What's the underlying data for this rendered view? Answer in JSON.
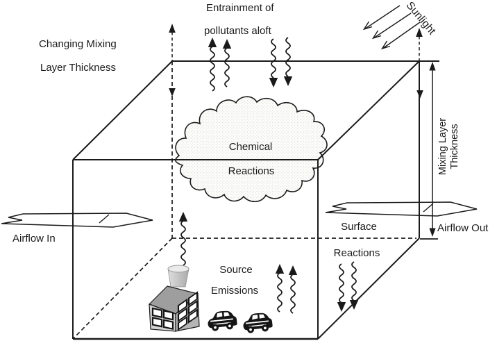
{
  "diagram": {
    "title": "Mixing layer box-model schematic",
    "labels": {
      "changing_mixing": {
        "line1": "Changing Mixing",
        "line2": "Layer Thickness"
      },
      "entrainment": {
        "line1": "Entrainment of",
        "line2": "pollutants aloft"
      },
      "sunlight": "Sunlight",
      "chemical_reactions": {
        "line1": "Chemical",
        "line2": "Reactions"
      },
      "airflow_in": "Airflow In",
      "airflow_out": "Airflow Out",
      "surface_reactions": {
        "line1": "Surface",
        "line2": "Reactions"
      },
      "source_emissions": {
        "line1": "Source",
        "line2": "Emissions"
      },
      "mixing_layer": {
        "line1": "Mixing Layer",
        "line2": "Thickness"
      }
    },
    "icons": {
      "factory": "factory-icon",
      "cars": "car-icon",
      "sun_rays": "sun-rays-icon",
      "plume": "wavy-flux-arrow-icon"
    },
    "colors": {
      "ink": "#1a1a1a",
      "background": "#ffffff",
      "factory_front": "#d2d2d2",
      "factory_side": "#b5b5b5",
      "factory_roof": "#9e9e9e",
      "chimney": "#c6c6c6",
      "chimney_cap": "#ebebeb",
      "vehicle": "#151515",
      "cloud_dot": "#d8d8d8"
    }
  }
}
